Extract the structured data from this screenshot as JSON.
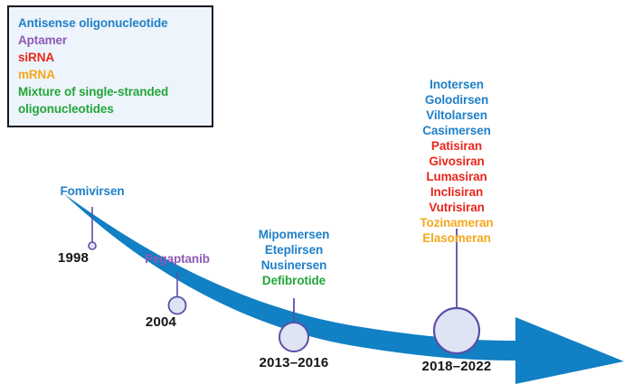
{
  "colors": {
    "antisense": "#1f80c8",
    "aptamer": "#8e59b5",
    "sirna": "#e8271c",
    "mrna": "#f5a81c",
    "mixture": "#22a638",
    "band": "#1180c4",
    "circle_fill": "#dfe4f5",
    "circle_stroke": "#5b4fa8",
    "stem": "#5b4fa8",
    "year_text": "#141414",
    "legend_bg": "#eef4fb",
    "legend_border": "#111820"
  },
  "legend": {
    "items": [
      {
        "label": "Antisense oligonucleotide",
        "color_key": "antisense"
      },
      {
        "label": "Aptamer",
        "color_key": "aptamer"
      },
      {
        "label": "siRNA",
        "color_key": "sirna"
      },
      {
        "label": "mRNA",
        "color_key": "mrna"
      },
      {
        "label": "Mixture of single-stranded\noligonucleotides",
        "color_key": "mixture"
      }
    ]
  },
  "milestones": [
    {
      "id": "m1998",
      "year": "1998",
      "drugs": [
        {
          "name": "Fomivirsen",
          "color_key": "antisense"
        }
      ]
    },
    {
      "id": "m2004",
      "year": "2004",
      "drugs": [
        {
          "name": "Pegaptanib",
          "color_key": "aptamer"
        }
      ]
    },
    {
      "id": "m2013_2016",
      "year": "2013–2016",
      "drugs": [
        {
          "name": "Mipomersen",
          "color_key": "antisense"
        },
        {
          "name": "Eteplirsen",
          "color_key": "antisense"
        },
        {
          "name": "Nusinersen",
          "color_key": "antisense"
        },
        {
          "name": "Defibrotide",
          "color_key": "mixture"
        }
      ]
    },
    {
      "id": "m2018_2022",
      "year": "2018–2022",
      "drugs": [
        {
          "name": "Inotersen",
          "color_key": "antisense"
        },
        {
          "name": "Golodirsen",
          "color_key": "antisense"
        },
        {
          "name": "Viltolarsen",
          "color_key": "antisense"
        },
        {
          "name": "Casimersen",
          "color_key": "antisense"
        },
        {
          "name": "Patisiran",
          "color_key": "sirna"
        },
        {
          "name": "Givosiran",
          "color_key": "sirna"
        },
        {
          "name": "Lumasiran",
          "color_key": "sirna"
        },
        {
          "name": "Inclisiran",
          "color_key": "sirna"
        },
        {
          "name": "Vutrisiran",
          "color_key": "sirna"
        },
        {
          "name": "Tozinameran",
          "color_key": "mrna"
        },
        {
          "name": "Elasomeran",
          "color_key": "mrna"
        }
      ]
    }
  ]
}
